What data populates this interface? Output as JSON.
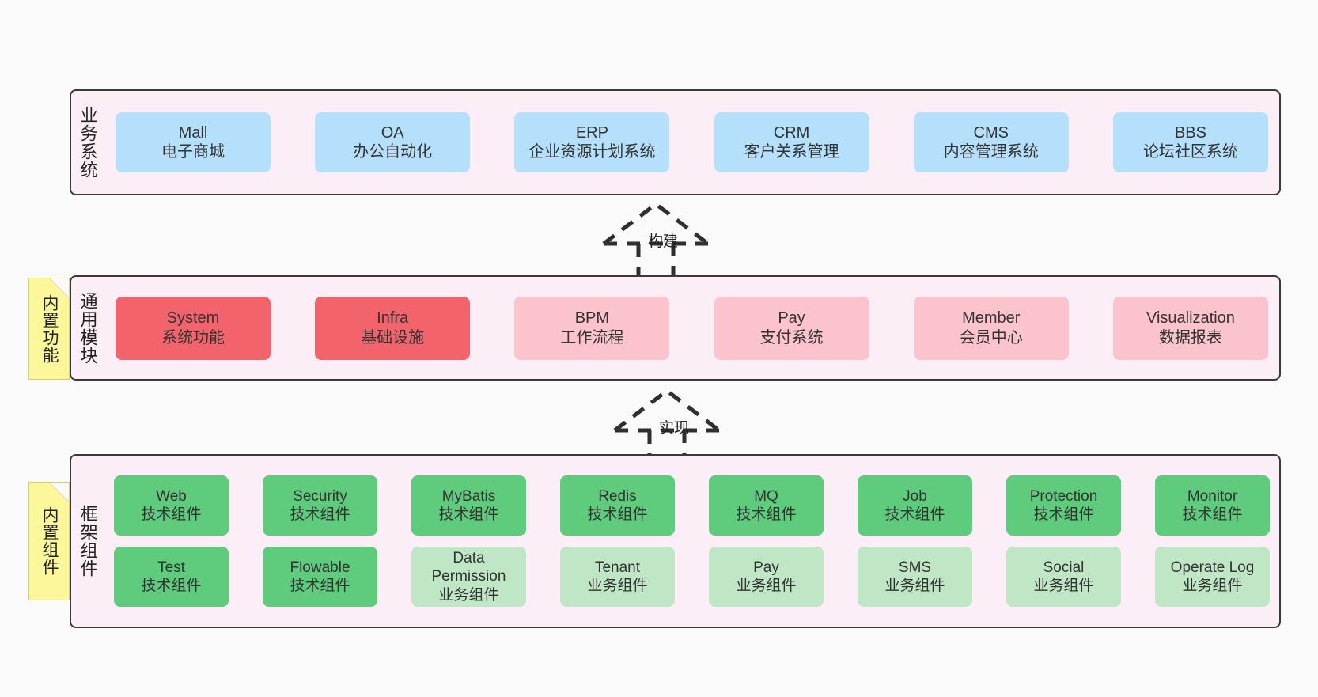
{
  "diagram": {
    "title": "",
    "colors": {
      "canvas": "#fafafa",
      "layer_bg": "#fbeef6",
      "layer_border": "#3a3a3a",
      "business_card": "#b5e0fb",
      "module_active": "#f2636b",
      "module_inactive": "#fbc3cb",
      "tech_component": "#5ecb7d",
      "biz_component": "#bfe7c6",
      "note": "#fbf79a"
    }
  },
  "layers": [
    {
      "id": "business",
      "title": "业务系统",
      "rows": [
        [
          {
            "en": "Mall",
            "cn": "电子商城"
          },
          {
            "en": "OA",
            "cn": "办公自动化"
          },
          {
            "en": "ERP",
            "cn": "企业资源计划系统"
          },
          {
            "en": "CRM",
            "cn": "客户关系管理"
          },
          {
            "en": "CMS",
            "cn": "内容管理系统"
          },
          {
            "en": "BBS",
            "cn": "论坛社区系统"
          }
        ]
      ]
    },
    {
      "id": "modules",
      "title": "通用模块",
      "rows": [
        [
          {
            "en": "System",
            "cn": "系统功能",
            "style": "c-red"
          },
          {
            "en": "Infra",
            "cn": "基础设施",
            "style": "c-red"
          },
          {
            "en": "BPM",
            "cn": "工作流程",
            "style": "c-pink"
          },
          {
            "en": "Pay",
            "cn": "支付系统",
            "style": "c-pink"
          },
          {
            "en": "Member",
            "cn": "会员中心",
            "style": "c-pink"
          },
          {
            "en": "Visualization",
            "cn": "数据报表",
            "style": "c-pink"
          }
        ]
      ]
    },
    {
      "id": "framework",
      "title": "框架组件",
      "rows": [
        [
          {
            "en": "Web",
            "cn": "技术组件",
            "style": "c-green"
          },
          {
            "en": "Security",
            "cn": "技术组件",
            "style": "c-green"
          },
          {
            "en": "MyBatis",
            "cn": "技术组件",
            "style": "c-green"
          },
          {
            "en": "Redis",
            "cn": "技术组件",
            "style": "c-green"
          },
          {
            "en": "MQ",
            "cn": "技术组件",
            "style": "c-green"
          },
          {
            "en": "Job",
            "cn": "技术组件",
            "style": "c-green"
          },
          {
            "en": "Protection",
            "cn": "技术组件",
            "style": "c-green"
          },
          {
            "en": "Monitor",
            "cn": "技术组件",
            "style": "c-green"
          }
        ],
        [
          {
            "en": "Test",
            "cn": "技术组件",
            "style": "c-green"
          },
          {
            "en": "Flowable",
            "cn": "技术组件",
            "style": "c-green"
          },
          {
            "en": "Data Permission",
            "cn": "业务组件",
            "style": "c-green2"
          },
          {
            "en": "Tenant",
            "cn": "业务组件",
            "style": "c-green2"
          },
          {
            "en": "Pay",
            "cn": "业务组件",
            "style": "c-green2"
          },
          {
            "en": "SMS",
            "cn": "业务组件",
            "style": "c-green2"
          },
          {
            "en": "Social",
            "cn": "业务组件",
            "style": "c-green2"
          },
          {
            "en": "Operate Log",
            "cn": "业务组件",
            "style": "c-green2"
          }
        ]
      ]
    }
  ],
  "notes": [
    {
      "id": "builtin-func",
      "text": "内置功能"
    },
    {
      "id": "builtin-comp",
      "text": "内置组件"
    }
  ],
  "arrows": [
    {
      "id": "build",
      "label": "构建",
      "style": "dashed-generalization",
      "direction": "up"
    },
    {
      "id": "impl",
      "label": "实现",
      "style": "dashed-generalization",
      "direction": "up"
    }
  ]
}
